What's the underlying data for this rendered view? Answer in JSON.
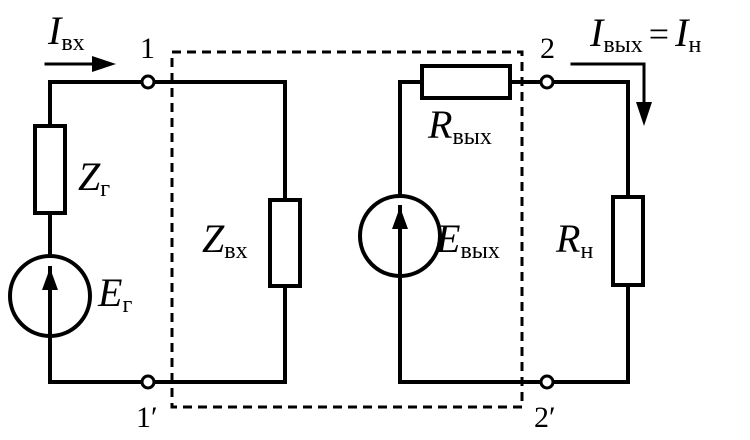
{
  "labels": {
    "i_in": {
      "main": "I",
      "sub": "вх"
    },
    "i_out": {
      "main": "I",
      "sub": "вых",
      "eq": "=",
      "main2": "I",
      "sub2": "н"
    },
    "z_gen": {
      "main": "Z",
      "sub": "г"
    },
    "e_gen": {
      "main": "E",
      "sub": "г"
    },
    "z_in": {
      "main": "Z",
      "sub": "вх"
    },
    "r_out": {
      "main": "R",
      "sub": "вых"
    },
    "e_out": {
      "main": "E",
      "sub": "вых"
    },
    "r_load": {
      "main": "R",
      "sub": "н"
    }
  },
  "terminals": {
    "t1": "1",
    "t1p": "1′",
    "t2": "2",
    "t2p": "2′"
  },
  "colors": {
    "ink": "#000000",
    "background": "#ffffff"
  }
}
